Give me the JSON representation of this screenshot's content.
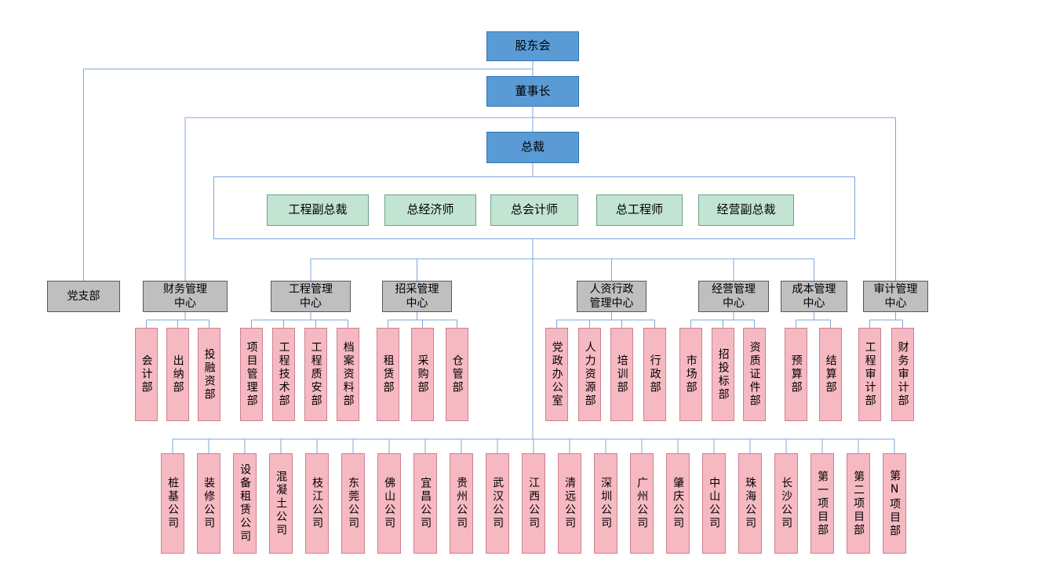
{
  "chart": {
    "executives": [
      {
        "label": "股东会"
      },
      {
        "label": "董事长"
      },
      {
        "label": "总裁"
      }
    ],
    "advisors": [
      {
        "label": "工程副总裁"
      },
      {
        "label": "总经济师"
      },
      {
        "label": "总会计师"
      },
      {
        "label": "总工程师"
      },
      {
        "label": "经营副总裁"
      }
    ],
    "party": {
      "label": "党支部"
    },
    "centers": [
      {
        "label": "财务管理\n中心",
        "departments": [
          {
            "label": "会计部"
          },
          {
            "label": "出纳部"
          },
          {
            "label": "投融资部"
          }
        ]
      },
      {
        "label": "工程管理\n中心",
        "departments": [
          {
            "label": "项目管理部"
          },
          {
            "label": "工程技术部"
          },
          {
            "label": "工程质安部"
          },
          {
            "label": "档案资料部"
          }
        ]
      },
      {
        "label": "招采管理\n中心",
        "departments": [
          {
            "label": "租赁部"
          },
          {
            "label": "采购部"
          },
          {
            "label": "仓管部"
          }
        ]
      },
      {
        "label": "人资行政\n管理中心",
        "departments": [
          {
            "label": "党政办公室"
          },
          {
            "label": "人力资源部"
          },
          {
            "label": "培训部"
          },
          {
            "label": "行政部"
          }
        ]
      },
      {
        "label": "经营管理\n中心",
        "departments": [
          {
            "label": "市场部"
          },
          {
            "label": "招投标部"
          },
          {
            "label": "资质证件部"
          }
        ]
      },
      {
        "label": "成本管理\n中心",
        "departments": [
          {
            "label": "预算部"
          },
          {
            "label": "结算部"
          }
        ]
      },
      {
        "label": "审计管理\n中心",
        "departments": [
          {
            "label": "工程审计部"
          },
          {
            "label": "财务审计部"
          }
        ]
      }
    ],
    "companies": [
      {
        "label": "桩基公司"
      },
      {
        "label": "装修公司"
      },
      {
        "label": "设备租赁公司"
      },
      {
        "label": "混凝土公司"
      },
      {
        "label": "枝江公司"
      },
      {
        "label": "东莞公司"
      },
      {
        "label": "佛山公司"
      },
      {
        "label": "宜昌公司"
      },
      {
        "label": "贵州公司"
      },
      {
        "label": "武汉公司"
      },
      {
        "label": "江西公司"
      },
      {
        "label": "清远公司"
      },
      {
        "label": "深圳公司"
      },
      {
        "label": "广州公司"
      },
      {
        "label": "肇庆公司"
      },
      {
        "label": "中山公司"
      },
      {
        "label": "珠海公司"
      },
      {
        "label": "长沙公司"
      },
      {
        "label": "第一项目部"
      },
      {
        "label": "第二项目部"
      },
      {
        "label": "第N项目部"
      }
    ],
    "colors": {
      "executive_fill": "#5b9bd5",
      "executive_border": "#2e75b6",
      "advisor_fill": "#c2e4d3",
      "advisor_border": "#6aa387",
      "center_fill": "#bfbfbf",
      "center_border": "#595959",
      "dept_fill": "#f6b9c2",
      "dept_border": "#cc8090",
      "connector": "#7da7d8"
    }
  }
}
